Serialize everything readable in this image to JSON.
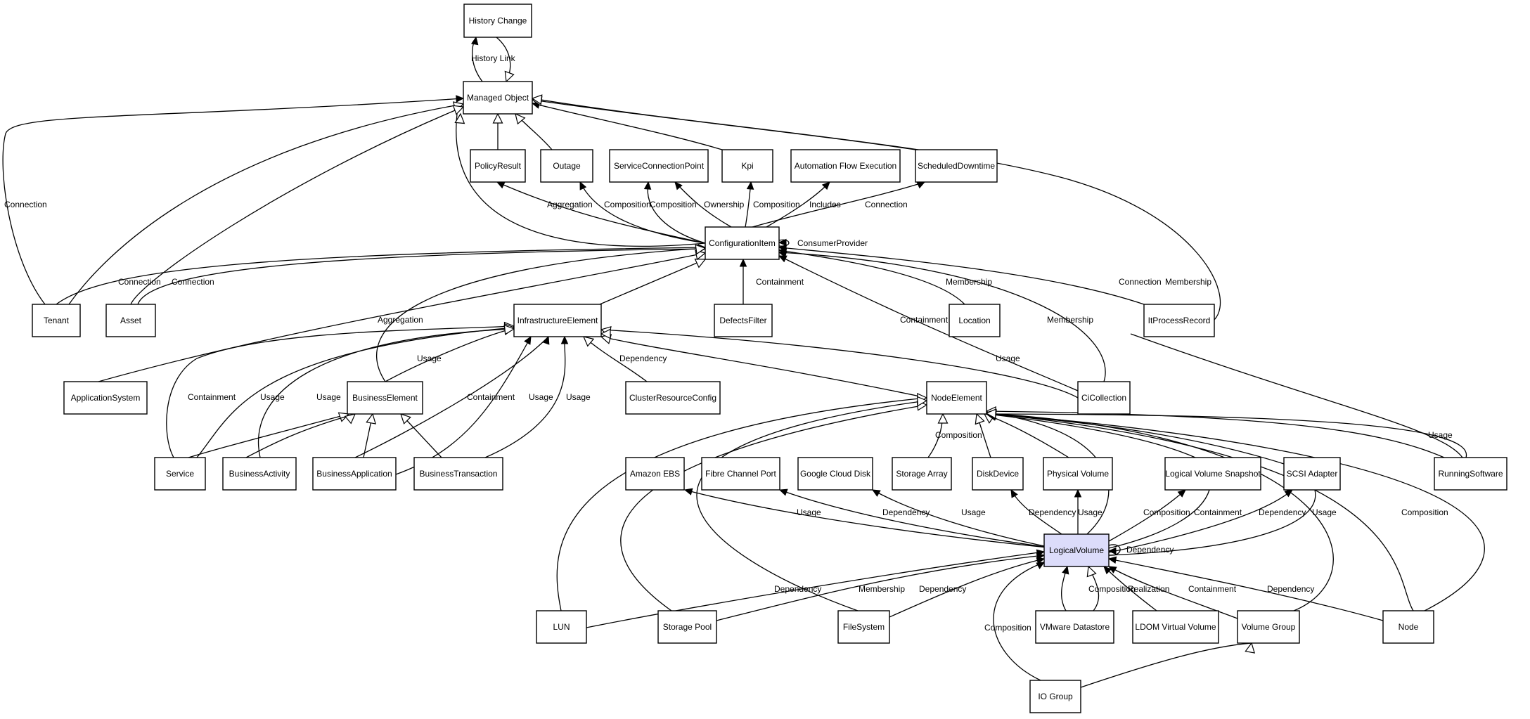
{
  "nodes": {
    "history_change": "History Change",
    "managed_object": "Managed Object",
    "policy_result": "PolicyResult",
    "outage": "Outage",
    "service_connection_point": "ServiceConnectionPoint",
    "kpi": "Kpi",
    "automation_flow_execution": "Automation Flow Execution",
    "scheduled_downtime": "ScheduledDowntime",
    "configuration_item": "ConfigurationItem",
    "tenant": "Tenant",
    "asset": "Asset",
    "infrastructure_element": "InfrastructureElement",
    "defects_filter": "DefectsFilter",
    "location": "Location",
    "it_process_record": "ItProcessRecord",
    "application_system": "ApplicationSystem",
    "business_element": "BusinessElement",
    "cluster_resource_config": "ClusterResourceConfig",
    "node_element": "NodeElement",
    "ci_collection": "CiCollection",
    "service": "Service",
    "business_activity": "BusinessActivity",
    "business_application": "BusinessApplication",
    "business_transaction": "BusinessTransaction",
    "amazon_ebs": "Amazon EBS",
    "fibre_channel_port": "Fibre Channel Port",
    "google_cloud_disk": "Google Cloud Disk",
    "storage_array": "Storage Array",
    "disk_device": "DiskDevice",
    "physical_volume": "Physical Volume",
    "logical_volume_snapshot": "Logical Volume Snapshot",
    "scsi_adapter": "SCSI Adapter",
    "running_software": "RunningSoftware",
    "logical_volume": "LogicalVolume",
    "lun": "LUN",
    "storage_pool": "Storage Pool",
    "file_system": "FileSystem",
    "vmware_datastore": "VMware Datastore",
    "ldom_virtual_volume": "LDOM Virtual Volume",
    "volume_group": "Volume Group",
    "node": "Node",
    "io_group": "IO Group"
  },
  "edge_labels": {
    "history_link": "History Link",
    "connection_tenant_mo": "Connection",
    "aggregation_policy": "Aggregation",
    "composition_outage": "Composition",
    "composition_scp": "Composition",
    "ownership_scp": "Ownership",
    "composition_kpi": "Composition",
    "includes_afe": "Includes",
    "connection_sd": "Connection",
    "consumer_provider": "ConsumerProvider",
    "connection_tenant_ci": "Connection",
    "connection_asset_ci": "Connection",
    "containment_defects": "Containment",
    "membership_location": "Membership",
    "connection_itpr": "Connection",
    "membership_itpr": "Membership",
    "aggregation_appsys": "Aggregation",
    "containment_ci_collection": "Containment",
    "membership_ci_collection": "Membership",
    "usage_be_ie": "Usage",
    "dependency_crc": "Dependency",
    "usage_cic_ie": "Usage",
    "containment_service": "Containment",
    "usage_service": "Usage",
    "usage_activity": "Usage",
    "containment_bapp": "Containment",
    "usage_bapp": "Usage",
    "usage_btx": "Usage",
    "composition_storage_array": "Composition",
    "usage_running_software": "Usage",
    "usage_amazon": "Usage",
    "dependency_fcp": "Dependency",
    "usage_gcd": "Usage",
    "dependency_disk": "Dependency",
    "usage_pv": "Usage",
    "composition_lvs": "Composition",
    "containment_lvs": "Containment",
    "dependency_scsi": "Dependency",
    "usage_scsi": "Usage",
    "composition_node": "Composition",
    "dependency_self": "Dependency",
    "dependency_lun": "Dependency",
    "membership_pool": "Membership",
    "dependency_fs": "Dependency",
    "composition_vmware": "Composition",
    "realization_ldom": "Realization",
    "containment_vg": "Containment",
    "dependency_node": "Dependency",
    "composition_io": "Composition"
  }
}
